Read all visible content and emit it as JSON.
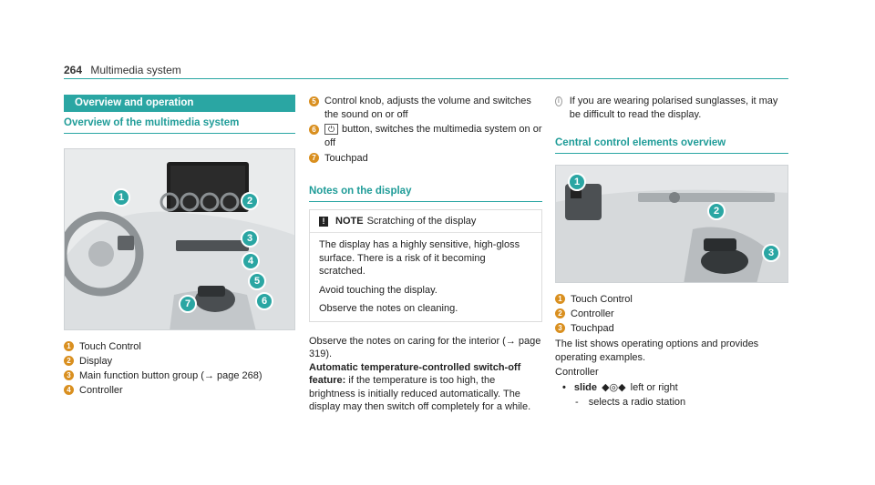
{
  "header": {
    "page_number": "264",
    "section": "Multimedia system"
  },
  "col1": {
    "bar_title": "Overview and operation",
    "heading": "Overview of the multimedia system",
    "callouts": [
      "1",
      "2",
      "3",
      "4",
      "5",
      "6",
      "7"
    ],
    "items": [
      {
        "n": "1",
        "text": "Touch Control"
      },
      {
        "n": "2",
        "text": "Display"
      },
      {
        "n": "3",
        "text": "Main function button group (→ page 268)"
      },
      {
        "n": "4",
        "text": "Controller"
      }
    ]
  },
  "col2": {
    "items": [
      {
        "n": "5",
        "text": "Control knob, adjusts the volume and switches the sound on or off"
      },
      {
        "n": "6",
        "text": "button, switches the multimedia system on or off",
        "icon": "power-icon"
      },
      {
        "n": "7",
        "text": "Touchpad"
      }
    ],
    "heading": "Notes on the display",
    "note": {
      "label": "NOTE",
      "title": "Scratching of the display",
      "p1": "The display has a highly sensitive, high-gloss surface. There is a risk of it becoming scratched.",
      "p2": "Avoid touching the display.",
      "p3": "Observe the notes on cleaning."
    },
    "para1": "Observe the notes on caring for the interior (→ page 319).",
    "para2_bold": "Automatic temperature-controlled switch-off feature:",
    "para2": " if the temperature is too high, the brightness is initially reduced automatically. The display may then switch off completely for a while."
  },
  "col3": {
    "info": "If you are wearing polarised sunglasses, it may be difficult to read the display.",
    "heading": "Central control elements overview",
    "callouts": [
      "1",
      "2",
      "3"
    ],
    "items": [
      {
        "n": "1",
        "text": "Touch Control"
      },
      {
        "n": "2",
        "text": "Controller"
      },
      {
        "n": "3",
        "text": "Touchpad"
      }
    ],
    "para1": "The list shows operating options and provides operating examples.",
    "para2": "Controller",
    "bullet_bold": "slide",
    "bullet_rest": "left or right",
    "sub": "selects a radio station"
  },
  "colors": {
    "accent": "#2aa6a3",
    "badge": "#d98f1f"
  }
}
